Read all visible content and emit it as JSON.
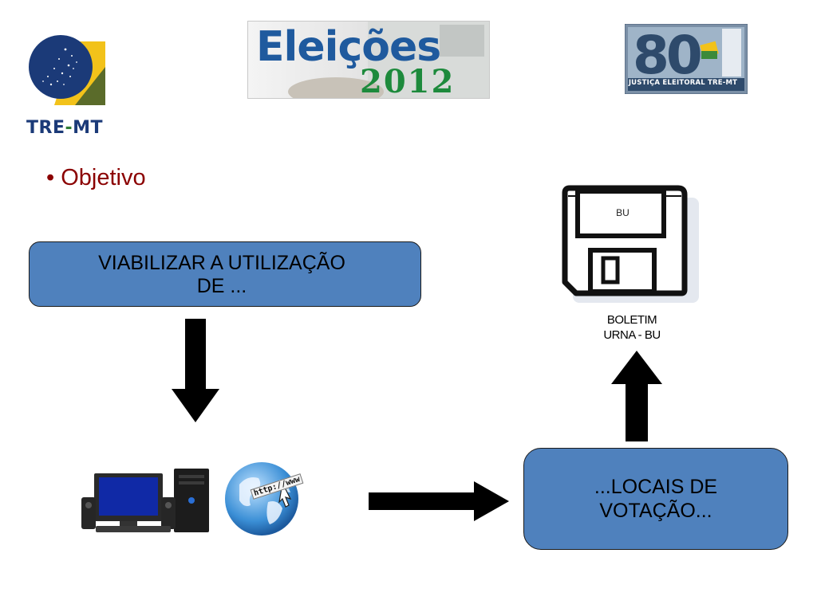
{
  "header": {
    "org_logo_text_left": "TRE",
    "org_logo_text_sep": "-",
    "org_logo_text_right": "MT",
    "banner_title": "Eleições",
    "banner_year": "2012",
    "anniversary_label": "JUSTIÇA ELEITORAL TRE-MT"
  },
  "bullet": {
    "text": "• Objetivo"
  },
  "nodes": {
    "viabilizar": {
      "line1": "VIABILIZAR A UTILIZAÇÃO",
      "line2": "DE ..."
    },
    "locais": {
      "line1": "...LOCAIS DE",
      "line2": "VOTAÇÃO..."
    },
    "floppy_label": "BU",
    "boletim": {
      "line1": "BOLETIM",
      "line2": "URNA - BU"
    },
    "globe_url": "http://www"
  },
  "colors": {
    "box_fill": "#4f81bd",
    "bullet": "#8b0000",
    "logo_navy": "#1b3a78",
    "logo_yellow": "#f2c21a",
    "logo_green": "#5a6b2a",
    "banner_blue": "#1f5a9e",
    "banner_green": "#1d8a3c"
  },
  "icons": [
    "tre-mt-logo-icon",
    "eleicoes-banner-image",
    "anniversary-badge-icon",
    "floppy-disk-icon",
    "computer-icon",
    "globe-icon",
    "arrow-down-icon",
    "arrow-up-icon",
    "arrow-right-icon"
  ]
}
